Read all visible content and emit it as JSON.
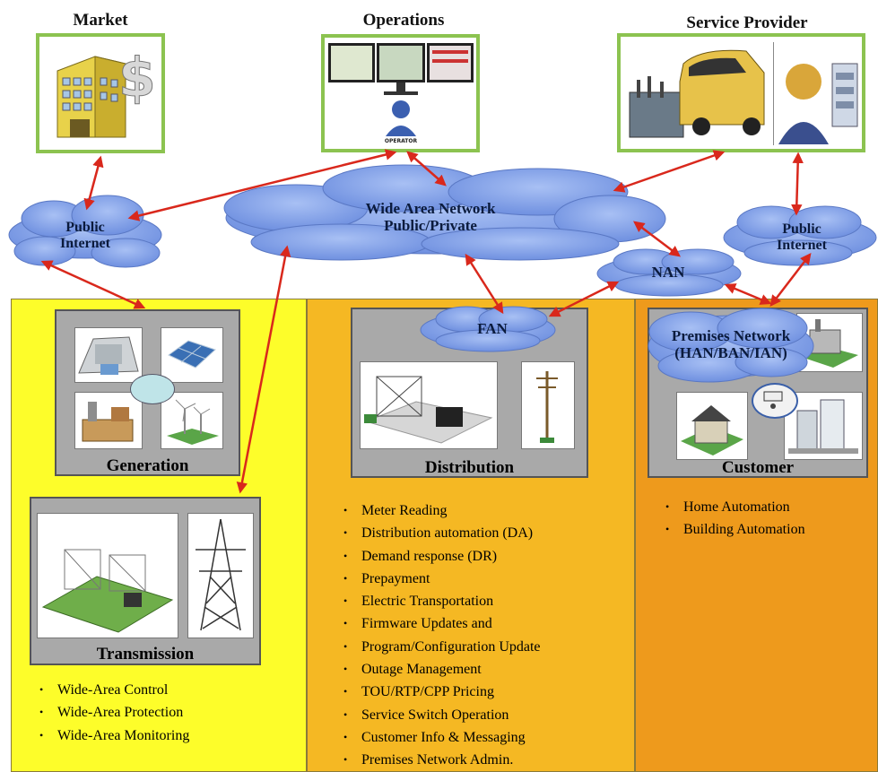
{
  "top": {
    "market": "Market",
    "operations": "Operations",
    "service_provider": "Service Provider",
    "operator_caption": "OPERATOR"
  },
  "clouds": {
    "wan_line1": "Wide Area Network",
    "wan_line2": "Public/Private",
    "public_left_line1": "Public",
    "public_left_line2": "Internet",
    "public_right_line1": "Public",
    "public_right_line2": "Internet",
    "nan": "NAN",
    "fan": "FAN",
    "premises_line1": "Premises Network",
    "premises_line2": "(HAN/BAN/IAN)"
  },
  "domains": {
    "generation": "Generation",
    "transmission": "Transmission",
    "distribution": "Distribution",
    "customer": "Customer"
  },
  "lists": {
    "transmission": [
      "Wide-Area Control",
      "Wide-Area Protection",
      "Wide-Area Monitoring"
    ],
    "distribution": [
      "Meter Reading",
      "Distribution automation (DA)",
      "Demand response (DR)",
      "Prepayment",
      "Electric Transportation",
      "Firmware Updates and",
      "Program/Configuration Update",
      "Outage Management",
      "TOU/RTP/CPP Pricing",
      "Service Switch Operation",
      "Customer Info & Messaging",
      "Premises Network Admin."
    ],
    "customer": [
      "Home Automation",
      "Building Automation"
    ]
  },
  "colors": {
    "zone_left": "#fdfd2a",
    "zone_mid": "#f5b823",
    "zone_right": "#ee9a1c",
    "cloud": "#7c9ce8",
    "arrow": "#d9281c",
    "box_border": "#8cc350"
  },
  "bullet": "•"
}
